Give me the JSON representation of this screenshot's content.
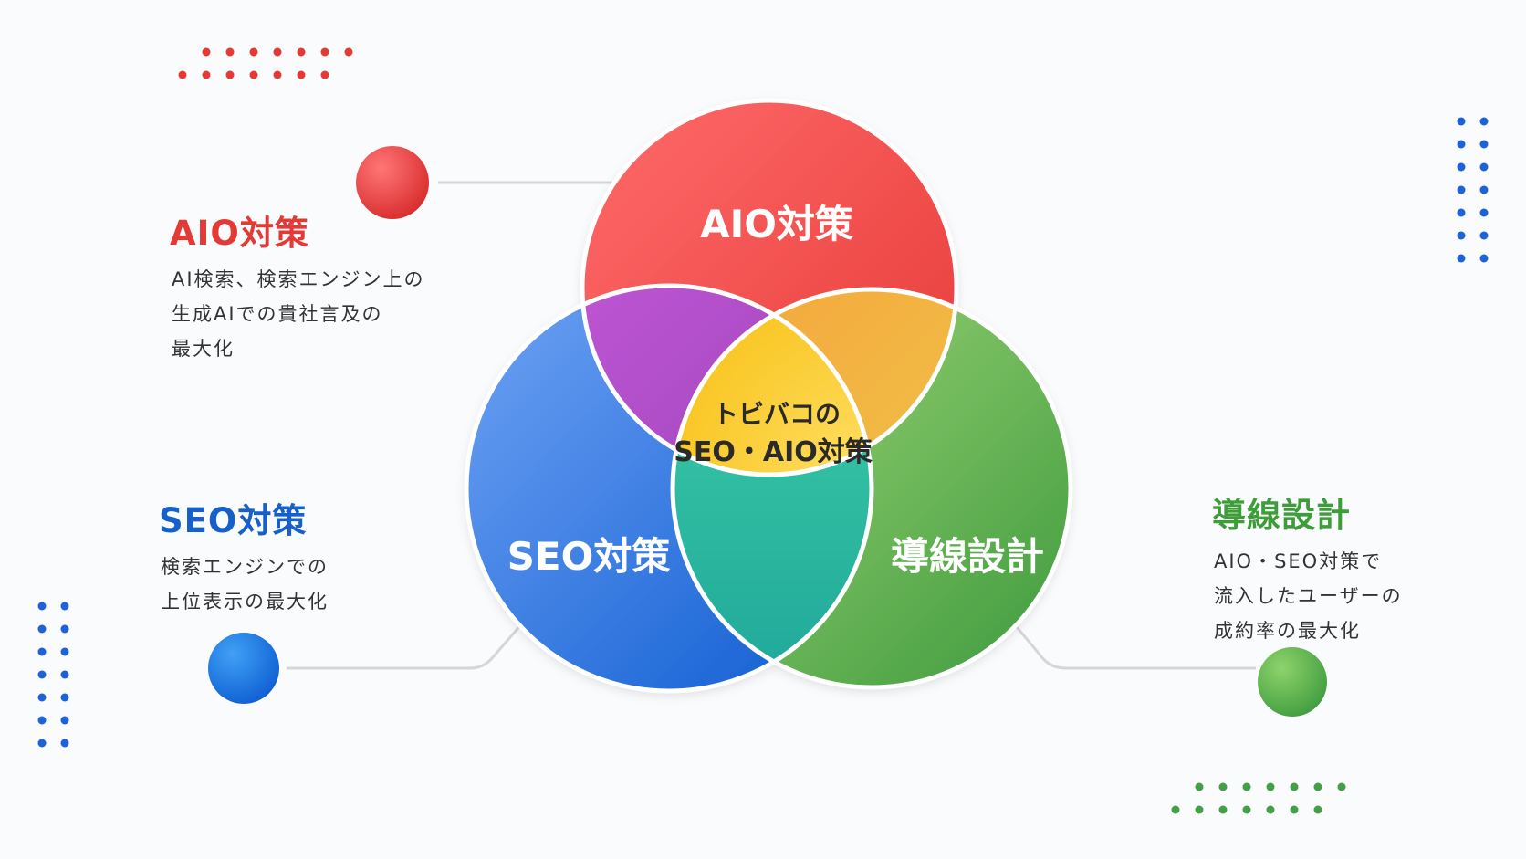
{
  "colors": {
    "aio": "#e53935",
    "seo": "#1565c0",
    "flow": "#43a047",
    "center": "#fbc02d"
  },
  "circles": {
    "aio_label": "AIO対策",
    "seo_label": "SEO対策",
    "flow_label": "導線設計"
  },
  "center": {
    "line1": "トビバコの",
    "line2": "SEO・AIO対策"
  },
  "callouts": {
    "aio": {
      "title": "AIO対策",
      "lines": [
        "AI検索、検索エンジン上の",
        "生成AIでの貴社言及の",
        "最大化"
      ]
    },
    "seo": {
      "title": "SEO対策",
      "lines": [
        "検索エンジンでの",
        "上位表示の最大化"
      ]
    },
    "flow": {
      "title": "導線設計",
      "lines": [
        "AIO・SEO対策で",
        "流入したユーザーの",
        "成約率の最大化"
      ]
    }
  }
}
